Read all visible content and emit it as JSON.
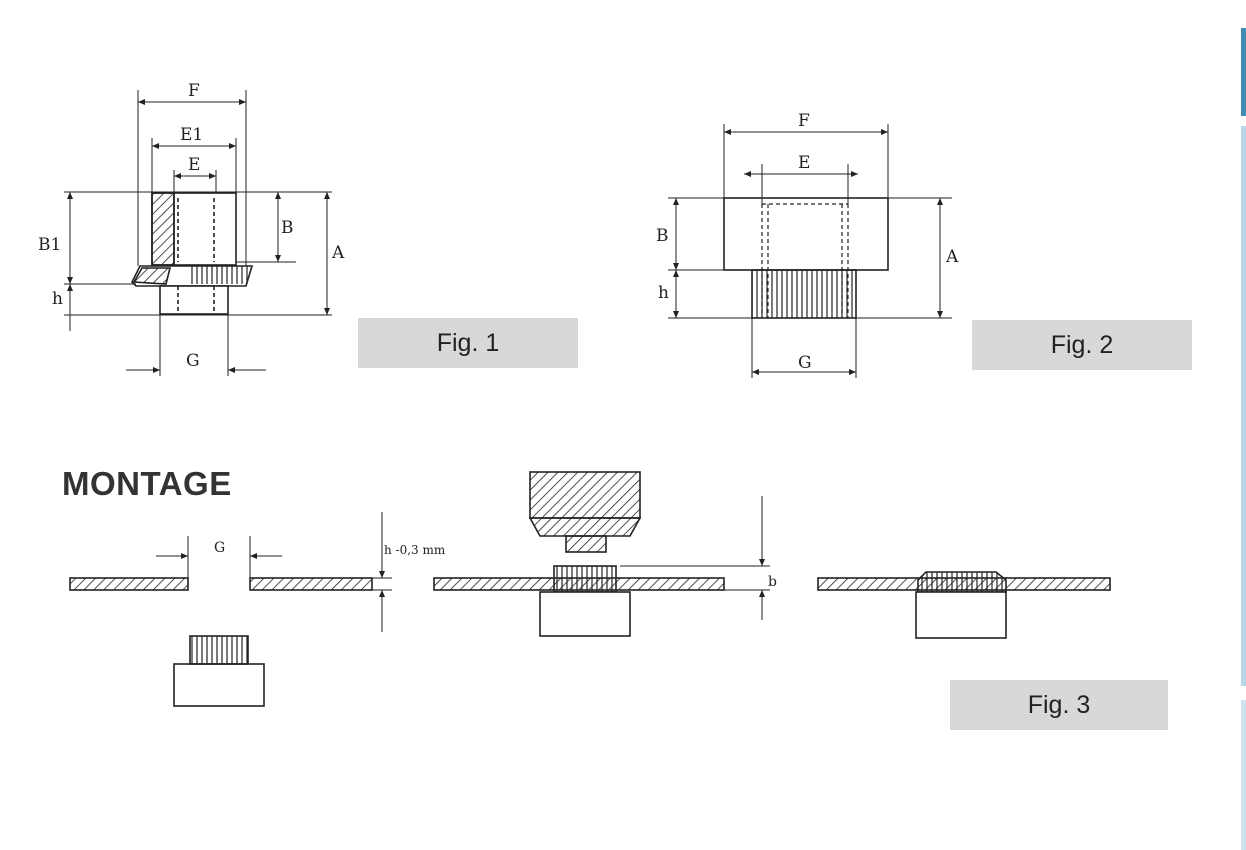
{
  "figures": {
    "fig1": {
      "caption": "Fig. 1",
      "dimensions": {
        "F": "F",
        "E1": "E1",
        "E": "E",
        "B1": "B1",
        "B": "B",
        "A": "A",
        "h": "h",
        "G": "G"
      }
    },
    "fig2": {
      "caption": "Fig. 2",
      "dimensions": {
        "F": "F",
        "E": "E",
        "B": "B",
        "A": "A",
        "h": "h",
        "G": "G"
      }
    },
    "fig3": {
      "caption": "Fig. 3",
      "dimensions": {
        "G": "G",
        "hole_note": "h -0,3 mm",
        "b": "b"
      }
    }
  },
  "montage": {
    "title": "MONTAGE"
  },
  "colors": {
    "line": "#222222",
    "caption_bg": "#d8d8d8",
    "edge_accent": "#3f8eb0"
  }
}
